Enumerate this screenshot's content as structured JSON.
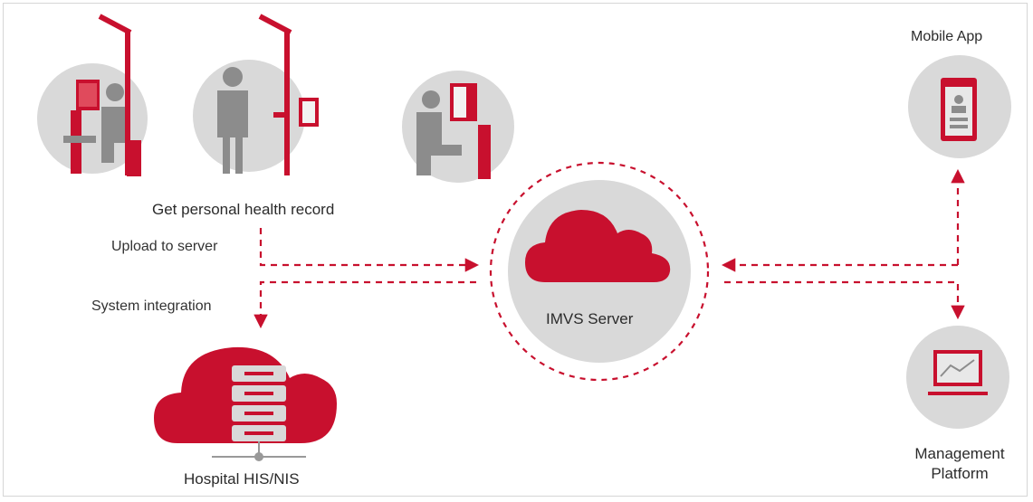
{
  "labels": {
    "personal_health_record": "Get personal health record",
    "upload_to_server": "Upload to server",
    "system_integration": "System integration",
    "hospital": "Hospital HIS/NIS",
    "server": "IMVS Server",
    "mobile_app": "Mobile App",
    "management_line1": "Management",
    "management_line2": "Platform"
  },
  "colors": {
    "accent": "#c8102e",
    "circle_gray": "#d9d9d9",
    "figure_gray": "#8c8c8c",
    "text": "#333333"
  }
}
